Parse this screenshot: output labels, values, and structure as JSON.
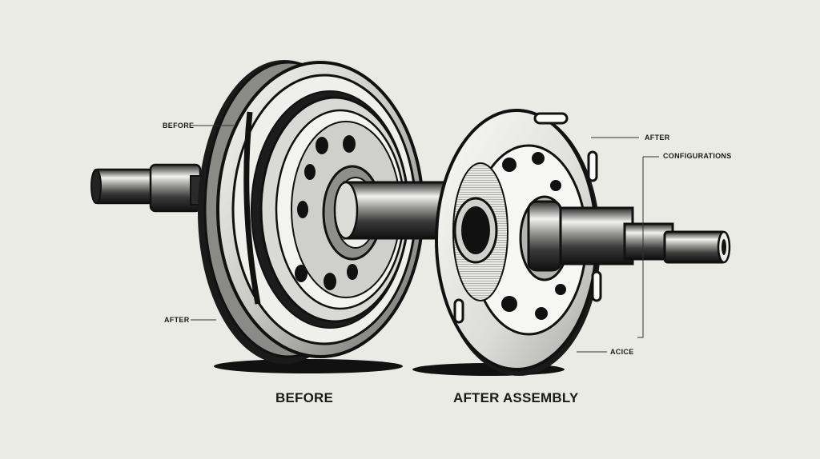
{
  "callouts": {
    "before_top": "BEFORE",
    "after_left": "AFTER",
    "after_right": "AFTER",
    "configurations": "CONFIGURATIONS",
    "acice": "ACICE"
  },
  "captions": {
    "before": "BEFORE",
    "after_assembly": "AFTER ASSEMBLY"
  },
  "colors": {
    "background": "#ebebe6",
    "ink": "#111111",
    "metal_light": "#f4f4f2",
    "metal_mid": "#b8b8b4",
    "metal_dark": "#5c5c5c"
  }
}
